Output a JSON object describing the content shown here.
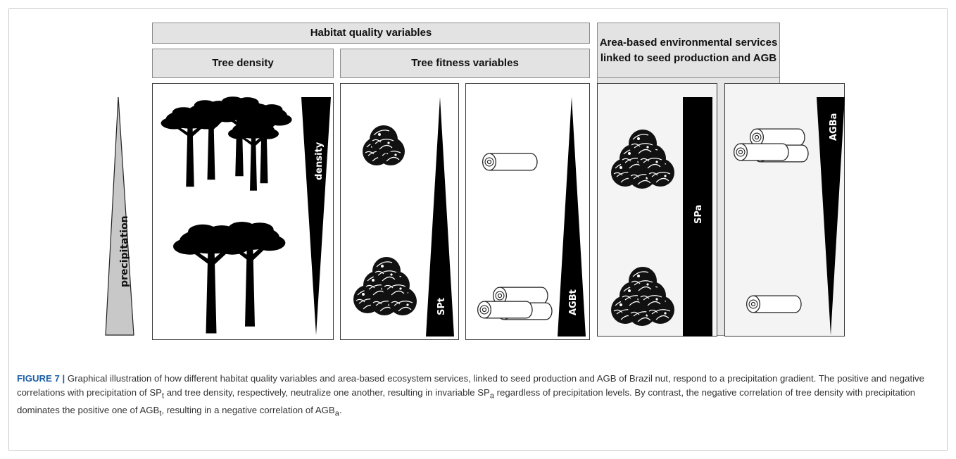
{
  "headers": {
    "habitat_quality": "Habitat quality variables",
    "tree_density": "Tree density",
    "tree_fitness": "Tree fitness variables",
    "area_based_line1": "Area-based environmental services",
    "area_based_line2": "linked to seed production and AGB"
  },
  "gradient_labels": {
    "precipitation": "precipitation",
    "density": "density",
    "spt": "SPt",
    "agbt": "AGBt",
    "spa": "SPa",
    "agba": "AGBa"
  },
  "caption": {
    "figure_label": "FIGURE 7 |",
    "part1": " Graphical illustration of how different habitat quality variables and area-based ecosystem services, linked to seed production and AGB of Brazil nut, respond to a precipitation gradient. The positive and negative correlations with precipitation of SP",
    "sub_t1": "t",
    "part2": " and tree density, respectively, neutralize one another, resulting in invariable SP",
    "sub_a1": "a",
    "part3": " regardless of precipitation levels. By contrast, the negative correlation of tree density with precipitation dominates the positive one of AGB",
    "sub_t2": "t",
    "part4": ", resulting in a negative correlation of AGB",
    "sub_a2": "a",
    "part5": "."
  },
  "colors": {
    "wedge": "#000000",
    "precipitation_fill": "#c8c8c8",
    "header_fill": "#e3e3e3",
    "caption_accent": "#1d5fa8"
  },
  "icons": [
    "tree-silhouette",
    "brazil-nut-pod",
    "log-bundle"
  ]
}
